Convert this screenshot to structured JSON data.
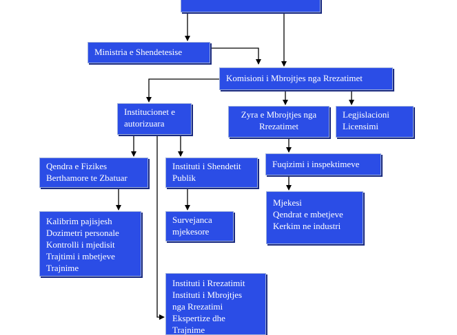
{
  "nodes": {
    "top": {
      "lines": []
    },
    "ministria": {
      "lines": [
        "Ministria e Shendetesise"
      ]
    },
    "komisioni": {
      "lines": [
        "Komisioni i Mbrojtjes nga Rrezatimet"
      ]
    },
    "institucionet": {
      "lines": [
        "Institucionet e",
        "autorizuara"
      ]
    },
    "zyra": {
      "lines": [
        "Zyra e Mbrojtjes nga",
        "Rrezatimet"
      ]
    },
    "legjislacioni": {
      "lines": [
        "Legjislacioni",
        "Licensimi"
      ]
    },
    "qendra": {
      "lines": [
        "Qendra e Fizikes",
        "Berthamore te Zbatuar"
      ]
    },
    "instituti_shendetit": {
      "lines": [
        "Instituti i Shendetit",
        "Publik"
      ]
    },
    "fuqizimi": {
      "lines": [
        "Fuqizimi i inspektimeve"
      ]
    },
    "kalibrim": {
      "lines": [
        "Kalibrim pajisjesh",
        "Dozimetri personale",
        "Kontrolli i mjedisit",
        "Trajtimi i mbetjeve",
        "Trajnime"
      ]
    },
    "survejanca": {
      "lines": [
        "Survejanca",
        "mjekesore"
      ]
    },
    "mjekesi": {
      "lines": [
        "Mjekesi",
        "Qendrat e mbetjeve",
        "Kerkim ne industri"
      ]
    },
    "instituti_rrezatimit": {
      "lines": [
        "Instituti i Rrezatimit",
        "Instituti i Mbrojtjes",
        "nga Rrezatimi",
        "Ekspertize dhe",
        "Trajnime"
      ]
    }
  }
}
